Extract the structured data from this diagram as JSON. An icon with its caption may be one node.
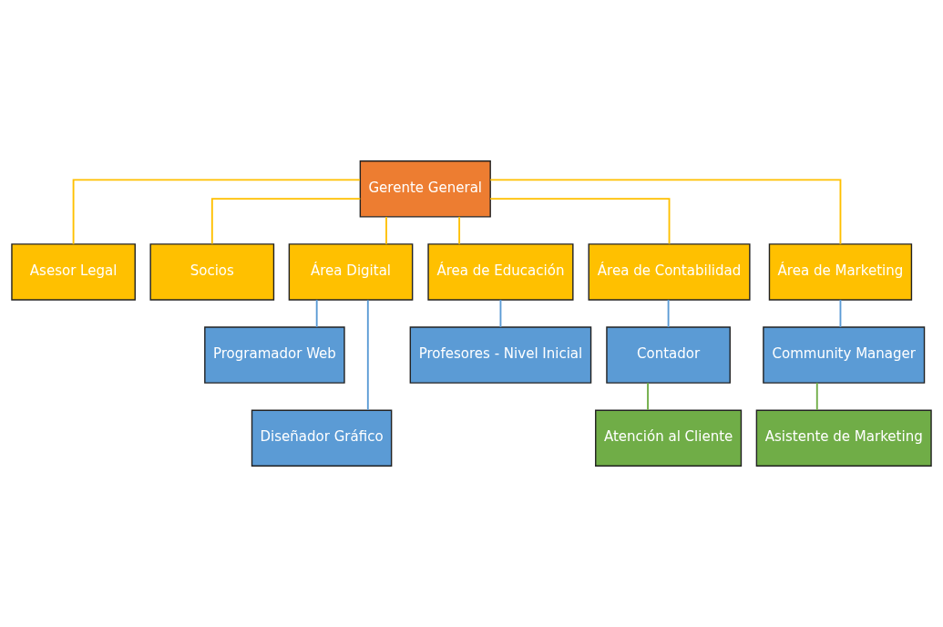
{
  "diagram": {
    "nodes": [
      {
        "text": [
          "Gerente General"
        ]
      },
      {
        "text": [
          "Asesor Legal"
        ]
      },
      {
        "text": [
          "Socios"
        ]
      },
      {
        "text": [
          "Área Digital"
        ]
      },
      {
        "text": [
          "Área de Educación"
        ]
      },
      {
        "text": [
          "Área de Contabilidad"
        ]
      },
      {
        "text": [
          "Área de Marketing"
        ]
      },
      {
        "text": [
          "Programador Web"
        ]
      },
      {
        "text": [
          "Diseñador Gráfico"
        ]
      },
      {
        "text": [
          "Profesores - Nivel Inicial"
        ]
      },
      {
        "text": [
          "Contador"
        ]
      },
      {
        "text": [
          "Community Manager"
        ]
      },
      {
        "text": [
          "Atención al Cliente"
        ]
      },
      {
        "text": [
          "Asistente de Marketing"
        ]
      }
    ],
    "edges": [
      {
        "from": 0,
        "to": 1,
        "arrow": "none"
      },
      {
        "from": 0,
        "to": 2,
        "arrow": "none"
      },
      {
        "from": 0,
        "to": 3,
        "arrow": "none"
      },
      {
        "from": 0,
        "to": 4,
        "arrow": "none"
      },
      {
        "from": 0,
        "to": 5,
        "arrow": "none"
      },
      {
        "from": 0,
        "to": 6,
        "arrow": "none"
      },
      {
        "from": 3,
        "to": 7,
        "arrow": "none",
        "color": "#5b9bd5"
      },
      {
        "from": 3,
        "to": 8,
        "arrow": "none",
        "color": "#5b9bd5"
      },
      {
        "from": 4,
        "to": 9,
        "arrow": "none",
        "color": "#5b9bd5"
      },
      {
        "from": 5,
        "to": 10,
        "arrow": "none",
        "color": "#5b9bd5"
      },
      {
        "from": 6,
        "to": 11,
        "arrow": "none",
        "color": "#5b9bd5"
      },
      {
        "from": 10,
        "to": 12,
        "arrow": "none",
        "color": "#70ad47"
      },
      {
        "from": 11,
        "to": 13,
        "arrow": "none",
        "color": "#70ad47"
      }
    ]
  }
}
